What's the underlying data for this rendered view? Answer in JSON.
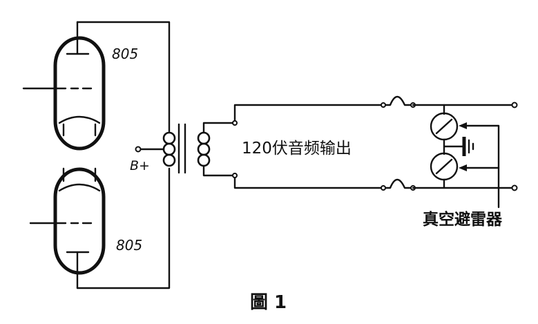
{
  "diagram": {
    "tube_top_label": "805",
    "tube_bottom_label": "805",
    "supply_label": "B+",
    "output_label": "120伏音频输出",
    "device_label": "真空避雷器",
    "caption": "圖 1"
  },
  "colors": {
    "ink": "#111111",
    "paper": "#ffffff"
  }
}
